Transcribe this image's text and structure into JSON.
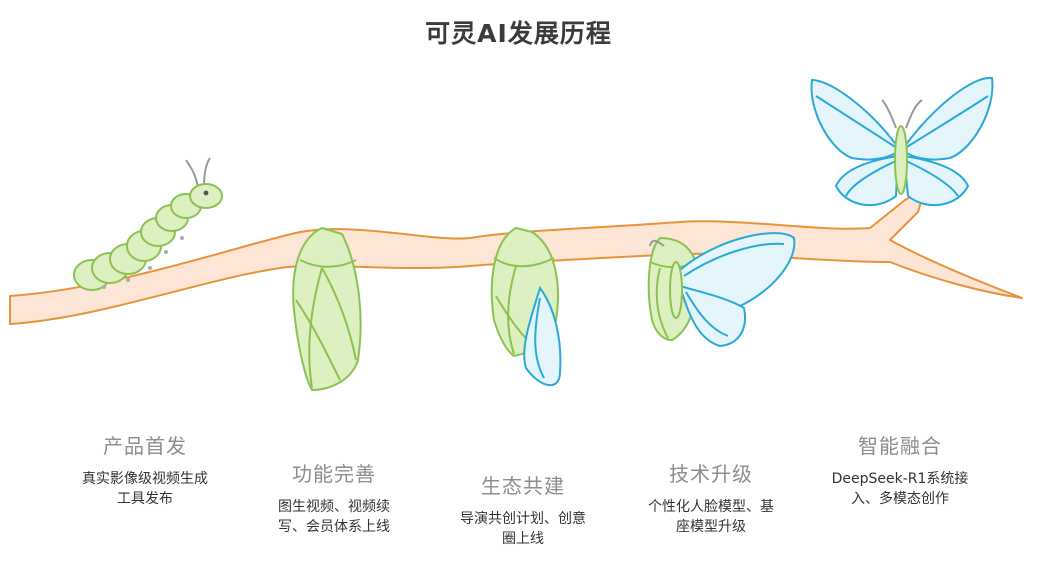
{
  "title": "可灵AI发展历程",
  "colors": {
    "branch_fill": "#fde6d6",
    "branch_stroke": "#e8923a",
    "green_fill": "#ddf0c2",
    "green_stroke": "#8cc152",
    "blue_fill": "#e4f6fb",
    "blue_stroke": "#2aa8d6",
    "gray_antenna": "#999999",
    "title_color": "#3b3b3b",
    "stage_title_color": "#8c8c8c"
  },
  "stages": [
    {
      "title": "产品首发",
      "desc_lines": [
        "真实影像级视频生成",
        "工具发布"
      ]
    },
    {
      "title": "功能完善",
      "desc_lines": [
        "图生视频、视频续",
        "写、会员体系上线"
      ]
    },
    {
      "title": "生态共建",
      "desc_lines": [
        "导演共创计划、创意",
        "圈上线"
      ]
    },
    {
      "title": "技术升级",
      "desc_lines": [
        "个性化人脸模型、基",
        "座模型升级"
      ]
    },
    {
      "title": "智能融合",
      "desc_lines": [
        "DeepSeek-R1系统接",
        "入、多模态创作"
      ]
    }
  ]
}
